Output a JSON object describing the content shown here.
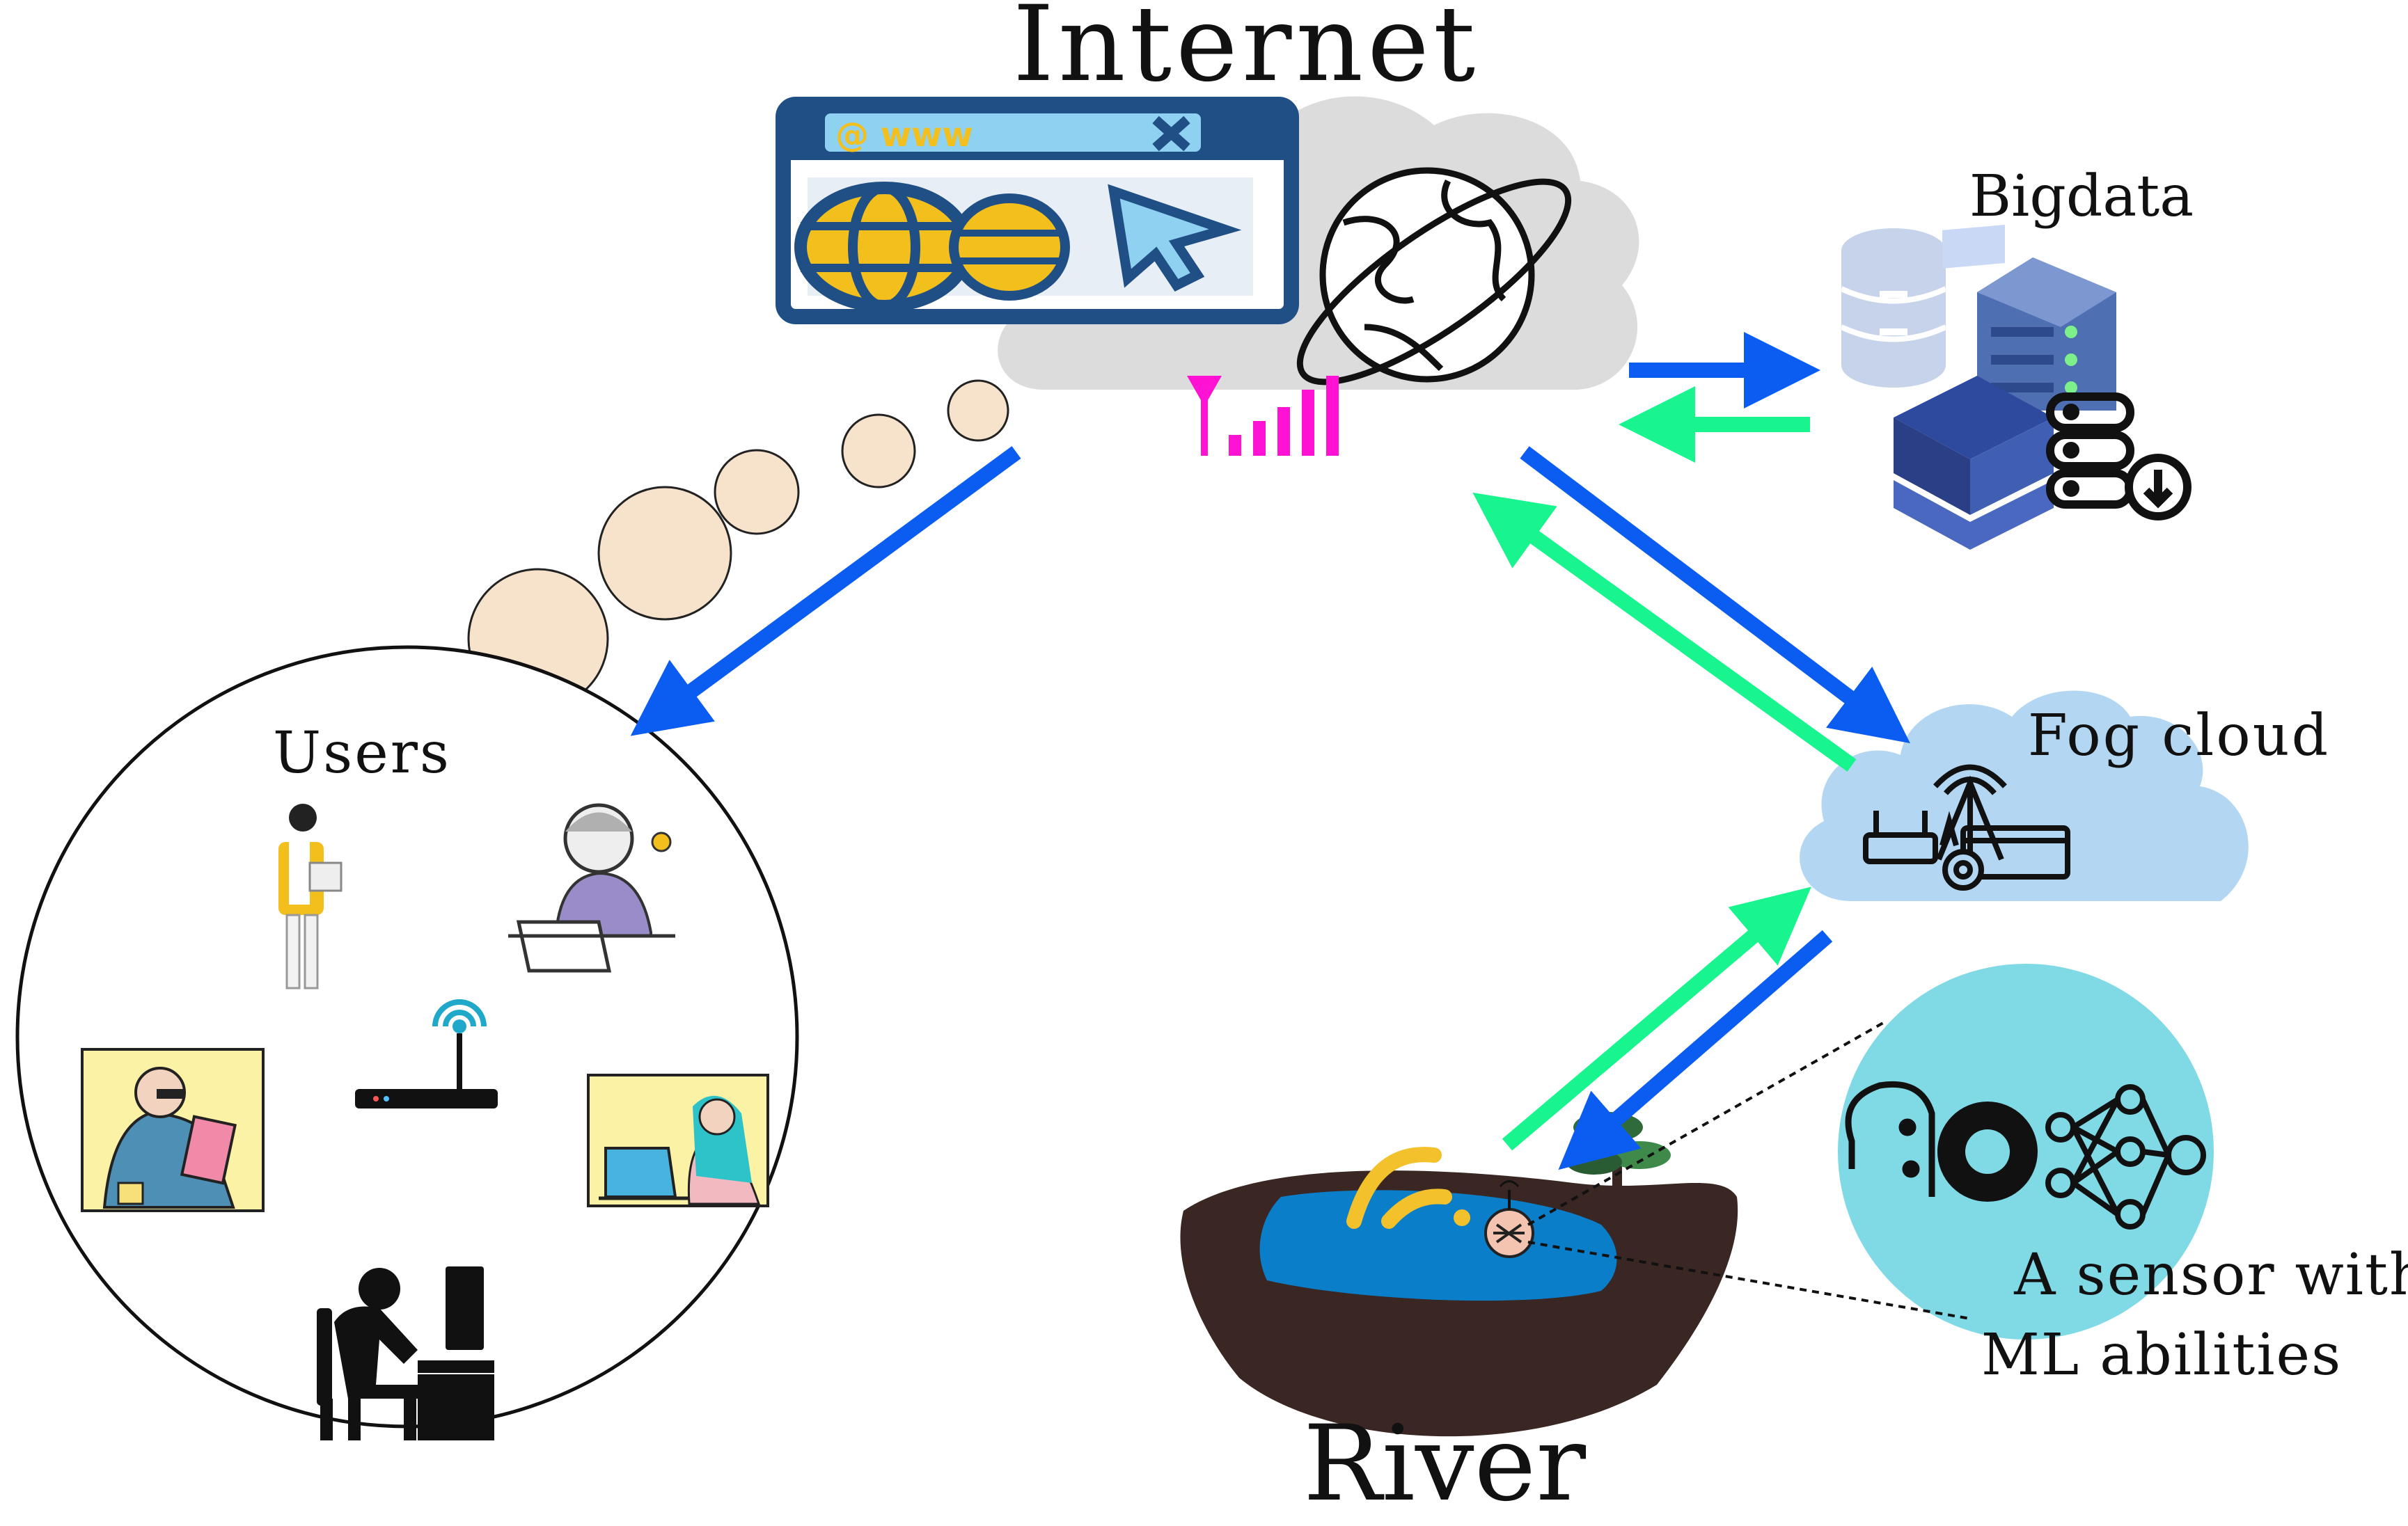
{
  "labels": {
    "internet": "Internet",
    "bigdata": "Bigdata",
    "fog_cloud": "Fog cloud",
    "users": "Users",
    "river": "River",
    "sensor_line1": "A sensor with",
    "sensor_line2": "ML abilities",
    "browser_www": "@ www"
  },
  "colors": {
    "flow_down": "#0b5cf0",
    "flow_up": "#19f58e",
    "signal": "#ff12d4",
    "cloud_grey": "#dcdcdc",
    "fog_cloud": "#b3d7f3",
    "sensor_circle": "#7fdae6",
    "river_water": "#0a7ec8",
    "river_bank": "#3a2622",
    "browser_blue": "#1f4f85",
    "browser_yellow": "#f3bf1d",
    "thought_bubble": "#f7e3cc",
    "wifi_yellow": "#f3c12b"
  },
  "icons": [
    "browser-icon",
    "globe-icon",
    "signal-tower-icon",
    "database-icon",
    "server-icon",
    "router-icon",
    "ml-brain-icon",
    "wifi-icon",
    "tree-icon"
  ]
}
